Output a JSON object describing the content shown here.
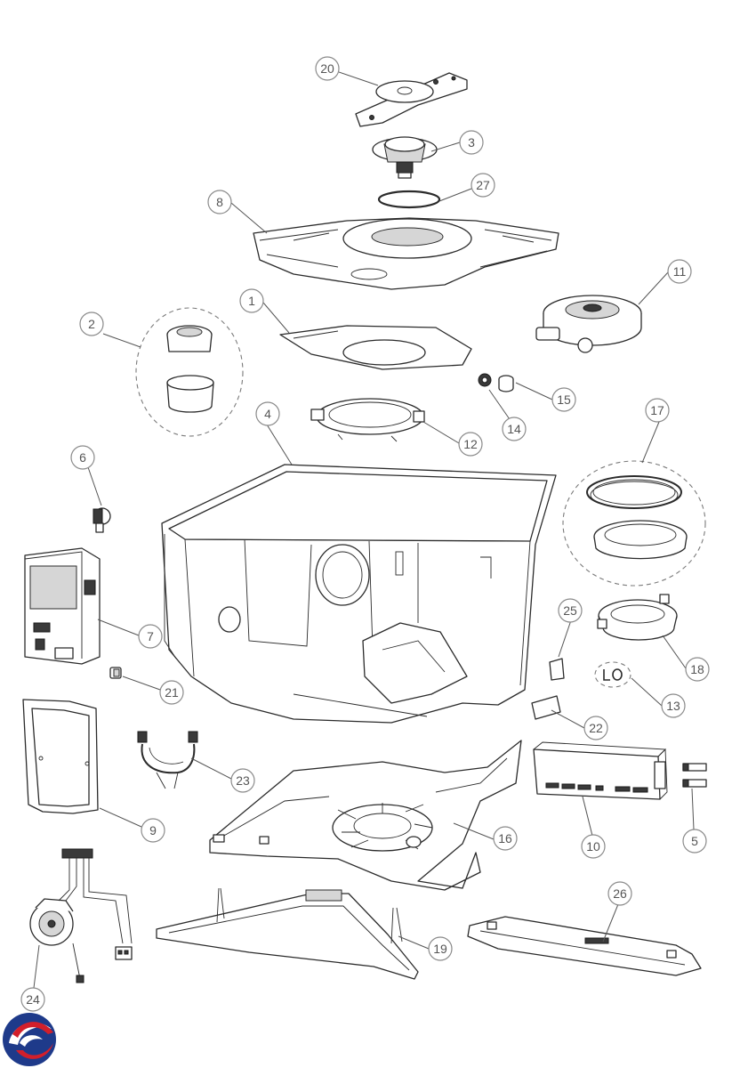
{
  "diagram": {
    "type": "exploded-parts-view",
    "callouts": [
      "20",
      "3",
      "27",
      "8",
      "11",
      "1",
      "2",
      "15",
      "14",
      "4",
      "12",
      "17",
      "6",
      "7",
      "25",
      "18",
      "21",
      "13",
      "22",
      "23",
      "9",
      "10",
      "5",
      "16",
      "24",
      "19",
      "26"
    ]
  },
  "logo": {
    "name": "brand-logo",
    "colors": [
      "#1e3a8a",
      "#d21f2b"
    ]
  }
}
